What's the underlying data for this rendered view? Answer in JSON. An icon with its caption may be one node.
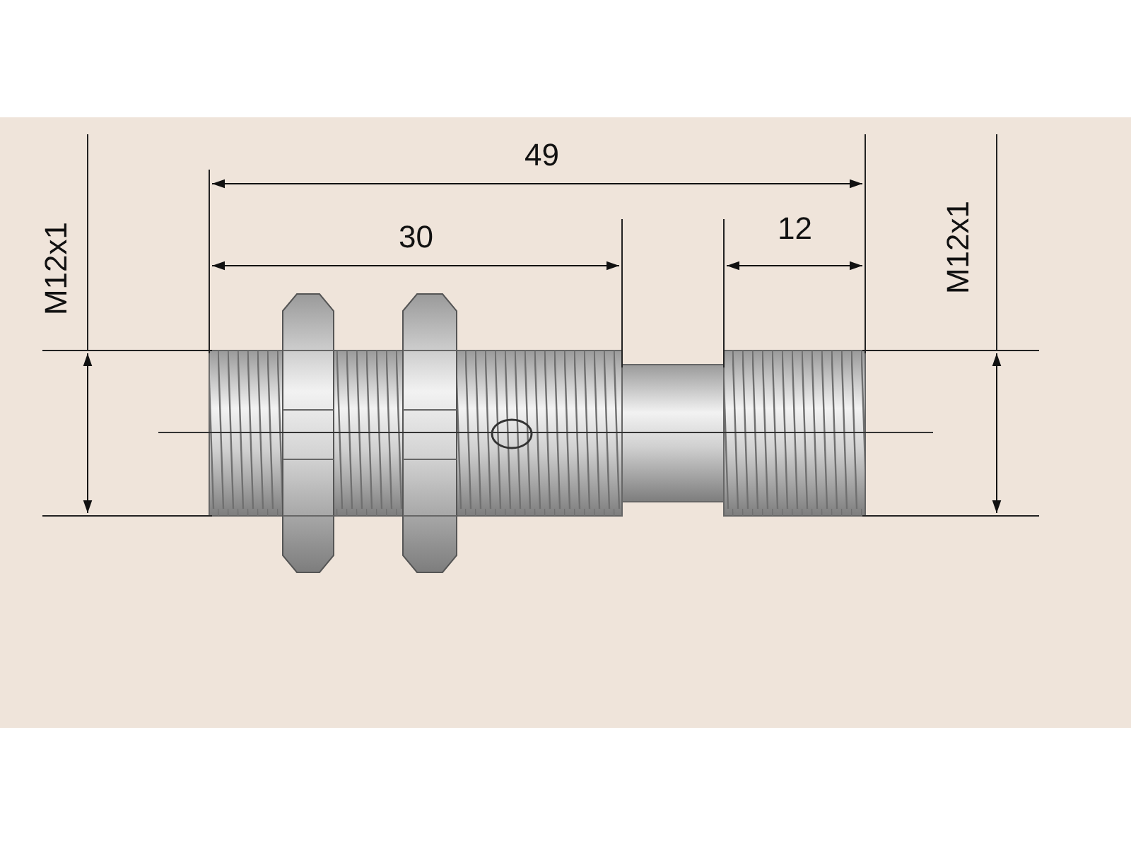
{
  "diagram": {
    "labels": [
      "M12x1",
      "49",
      "30",
      "12",
      "M12x1"
    ]
  }
}
